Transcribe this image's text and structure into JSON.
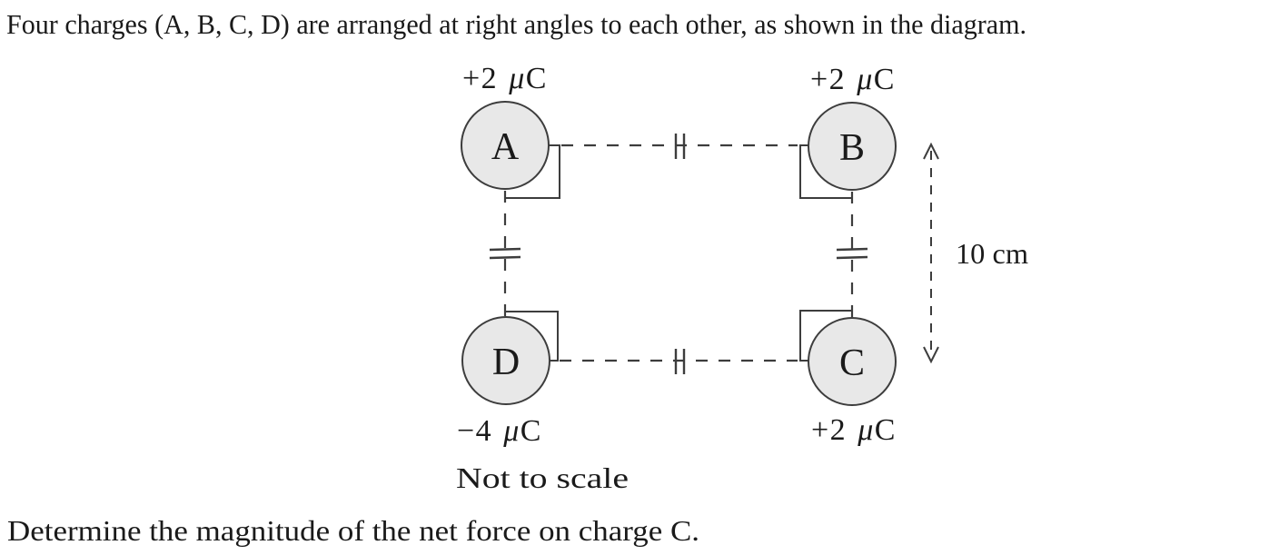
{
  "document": {
    "intro_text": "Four charges (A, B, C, D) are arranged at right angles to each other, as shown in the diagram.",
    "question_text": "Determine the magnitude of the net force on charge C.",
    "scale_note": "Not to scale"
  },
  "diagram": {
    "dimension_label": "10 cm",
    "charges": [
      {
        "name": "A",
        "position": "top-left",
        "charge_value": "+2",
        "charge_mu": "μ",
        "charge_unit": "C"
      },
      {
        "name": "B",
        "position": "top-right",
        "charge_value": "+2",
        "charge_mu": "μ",
        "charge_unit": "C"
      },
      {
        "name": "C",
        "position": "bottom-right",
        "charge_value": "+2",
        "charge_mu": "μ",
        "charge_unit": "C"
      },
      {
        "name": "D",
        "position": "bottom-left",
        "charge_value": "−4",
        "charge_mu": "μ",
        "charge_unit": "C"
      }
    ],
    "symbols": {
      "side_marks": "double-tick-equal-length-mark",
      "corner_marks": "right-angle-square-mark",
      "dimension_arrow": "dashed-double-headed-arrow"
    },
    "colors": {
      "circle_fill": "#e8e8e8",
      "line_color": "#3d3d3d",
      "text_color": "#1a1a1a"
    }
  }
}
